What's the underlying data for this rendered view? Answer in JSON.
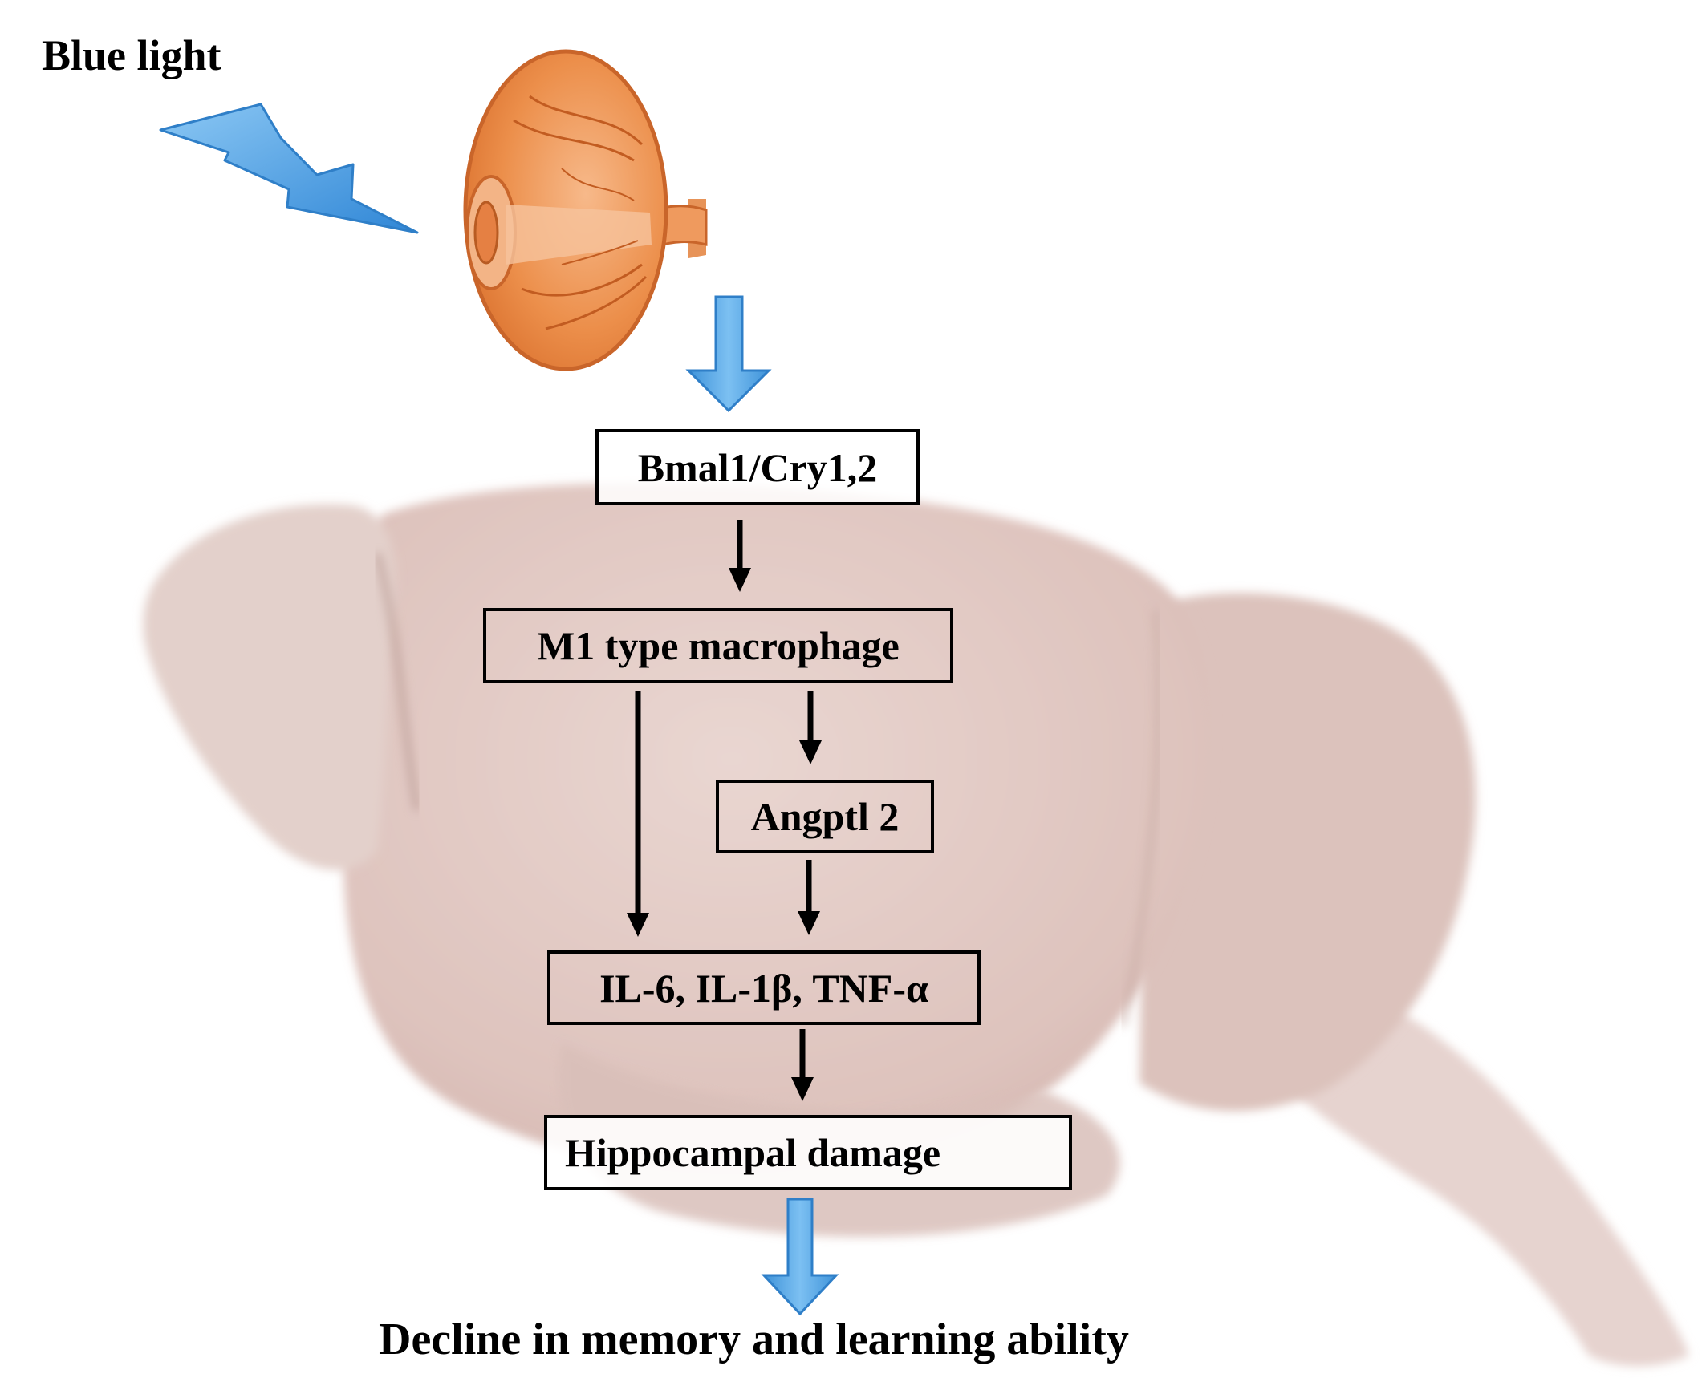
{
  "labels": {
    "stimulus": "Blue light",
    "outcome": "Decline in memory and learning ability"
  },
  "nodes": [
    {
      "id": "bmal1",
      "label": "Bmal1/Cry1,2"
    },
    {
      "id": "m1",
      "label": "M1 type macrophage"
    },
    {
      "id": "angptl2",
      "label": "Angptl 2"
    },
    {
      "id": "cytokines",
      "label": "IL-6, IL-1β, TNF-α"
    },
    {
      "id": "hippocampal",
      "label": "Hippocampal damage"
    }
  ],
  "edges": [
    {
      "from": "eye",
      "to": "bmal1",
      "style": "blue-block-arrow"
    },
    {
      "from": "bmal1",
      "to": "m1",
      "style": "black-arrow"
    },
    {
      "from": "m1",
      "to": "cytokines",
      "style": "black-arrow"
    },
    {
      "from": "m1",
      "to": "angptl2",
      "style": "black-arrow"
    },
    {
      "from": "angptl2",
      "to": "cytokines",
      "style": "black-arrow"
    },
    {
      "from": "cytokines",
      "to": "hippocampal",
      "style": "black-arrow"
    },
    {
      "from": "hippocampal",
      "to": "outcome",
      "style": "blue-block-arrow"
    }
  ],
  "icons": {
    "light": "lightning-bolt-icon",
    "eye": "eyeball-icon",
    "background": "mouse-brain-illustration"
  },
  "colors": {
    "bolt": "#4aa3e8",
    "bolt_edge": "#2f7fc8",
    "eye": "#e8823c",
    "eye_light": "#f6b27a",
    "brain": "#e2cbc6",
    "brain_dark": "#cdb1aa",
    "block_arrow": "#5aaee8",
    "line": "#000000"
  }
}
